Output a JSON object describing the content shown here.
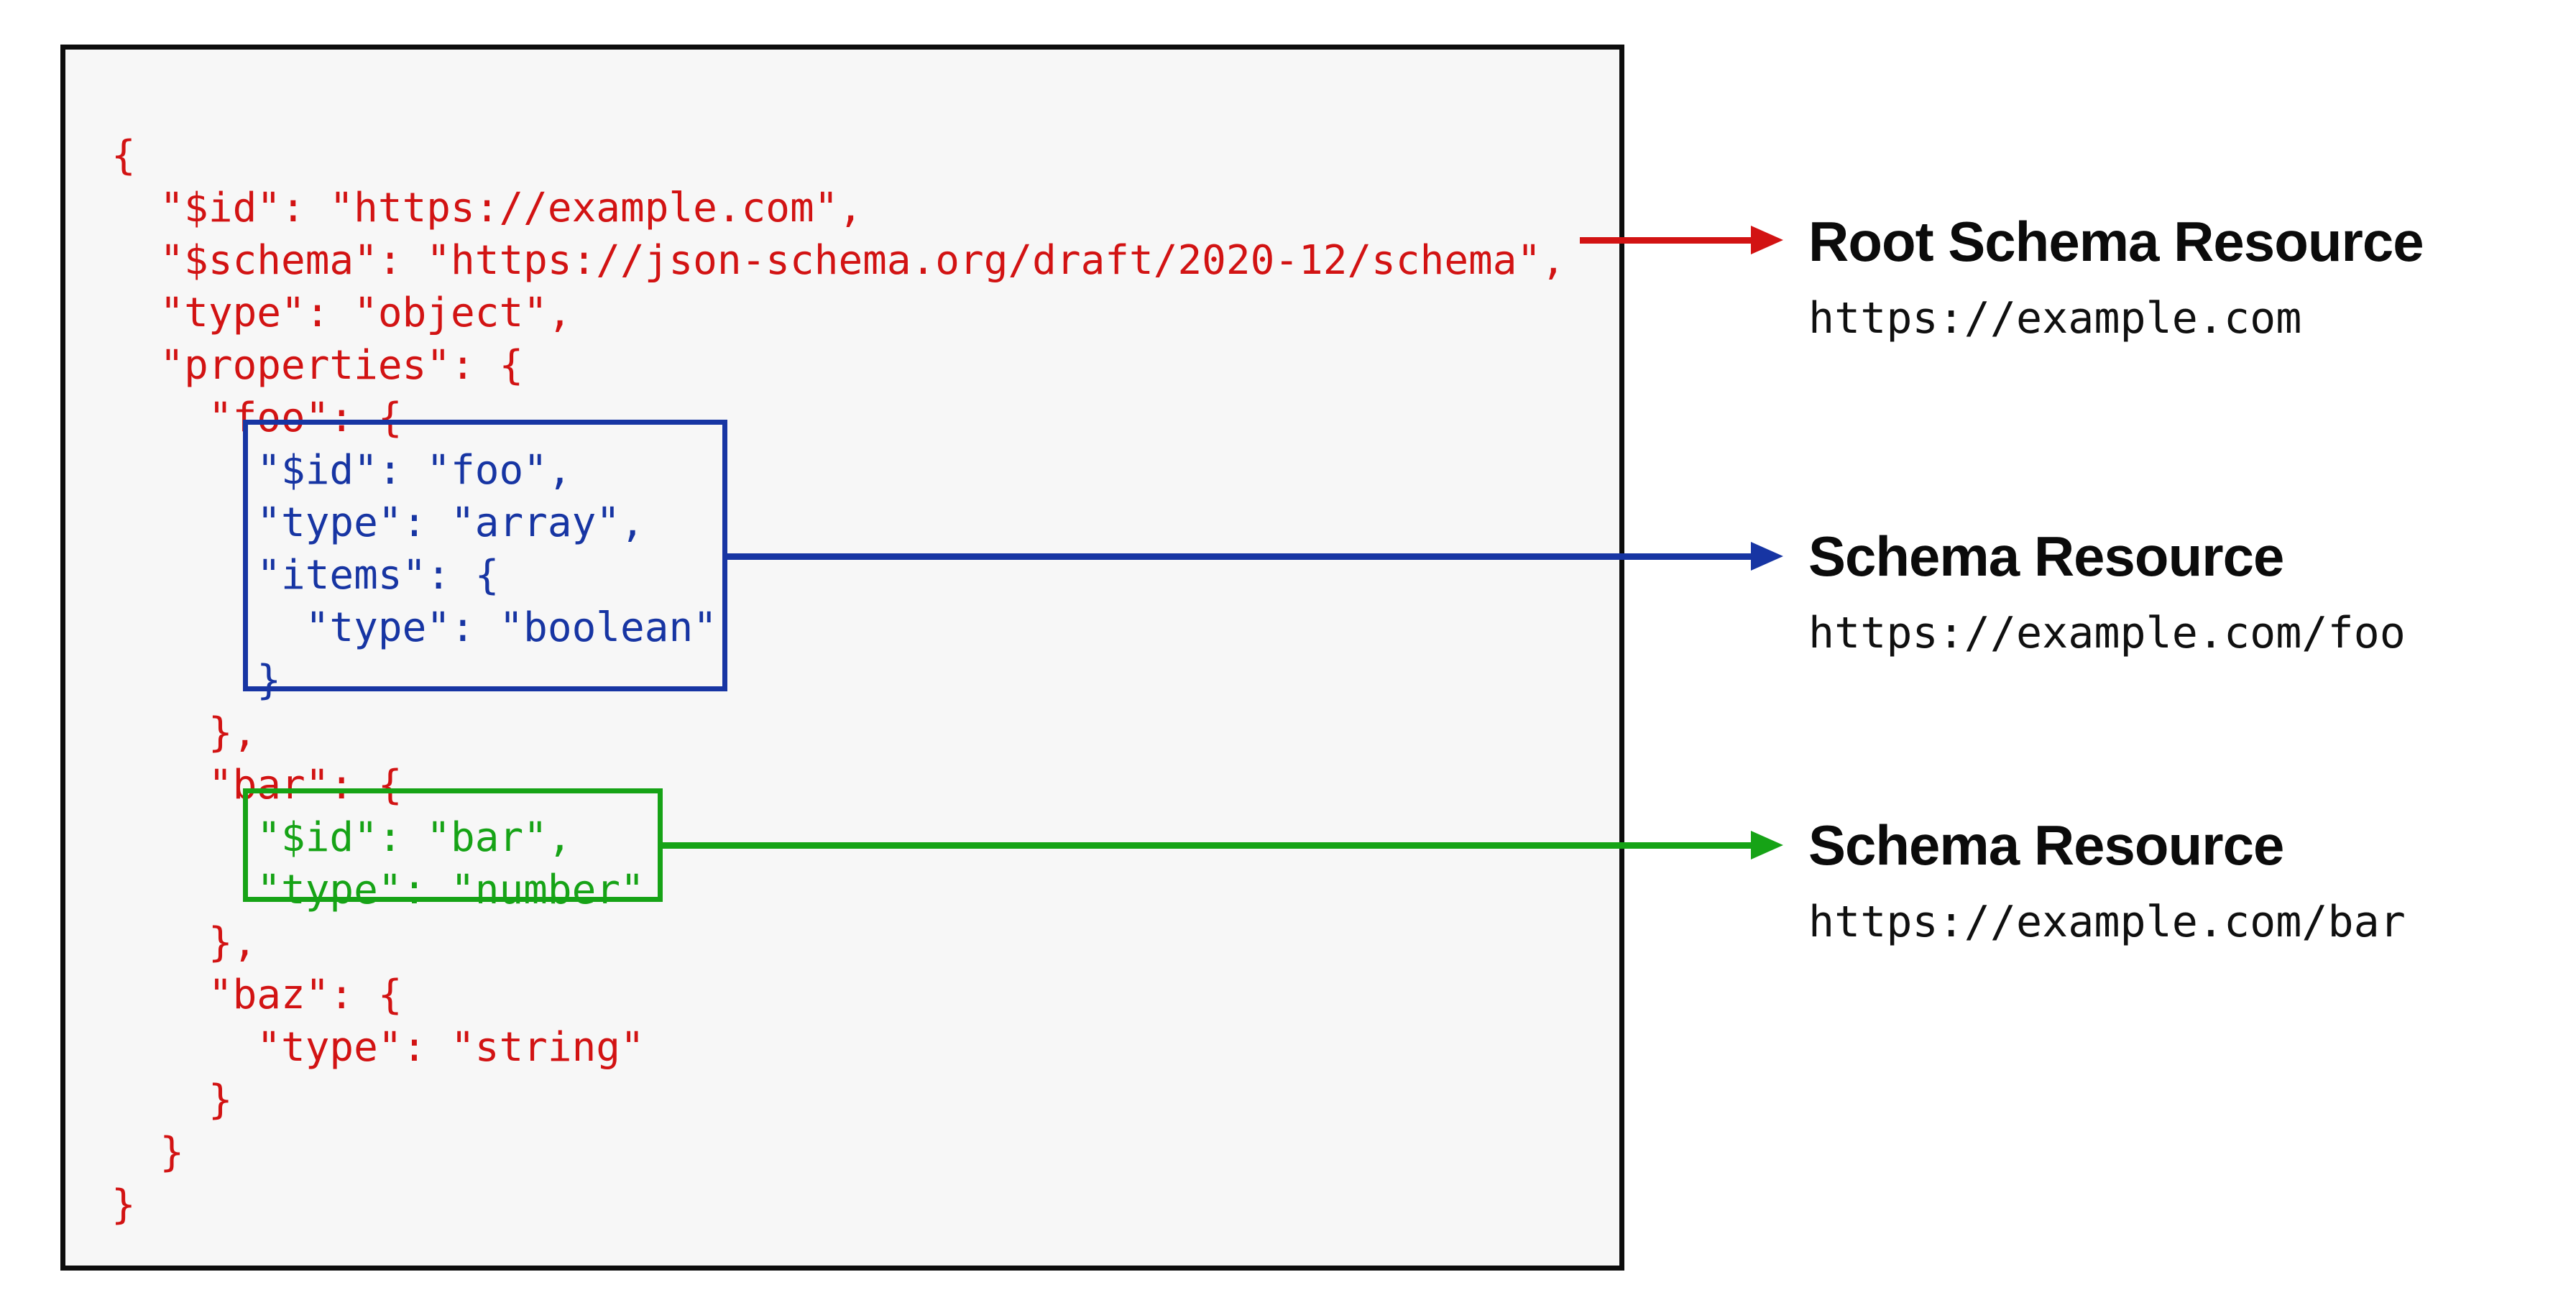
{
  "colors": {
    "red": "#d21313",
    "blue": "#1735a3",
    "green": "#16a316",
    "panel_background": "#f7f7f7",
    "panel_border": "#0d0d0d"
  },
  "code": {
    "lines": [
      {
        "text": "{",
        "color": "red"
      },
      {
        "text": "  \"$id\": \"https://example.com\",",
        "color": "red"
      },
      {
        "text": "  \"$schema\": \"https://json-schema.org/draft/2020-12/schema\",",
        "color": "red"
      },
      {
        "text": "  \"type\": \"object\",",
        "color": "red"
      },
      {
        "text": "  \"properties\": {",
        "color": "red"
      },
      {
        "text": "    \"foo\": {",
        "color": "red"
      },
      {
        "text": "      \"$id\": \"foo\",",
        "color": "blue"
      },
      {
        "text": "      \"type\": \"array\",",
        "color": "blue"
      },
      {
        "text": "      \"items\": {",
        "color": "blue"
      },
      {
        "text": "        \"type\": \"boolean\"",
        "color": "blue"
      },
      {
        "text": "      }",
        "color": "blue"
      },
      {
        "text": "    },",
        "color": "red"
      },
      {
        "text": "    \"bar\": {",
        "color": "red"
      },
      {
        "text": "      \"$id\": \"bar\",",
        "color": "green"
      },
      {
        "text": "      \"type\": \"number\"",
        "color": "green"
      },
      {
        "text": "    },",
        "color": "red"
      },
      {
        "text": "    \"baz\": {",
        "color": "red"
      },
      {
        "text": "      \"type\": \"string\"",
        "color": "red"
      },
      {
        "text": "    }",
        "color": "red"
      },
      {
        "text": "  }",
        "color": "red"
      },
      {
        "text": "}",
        "color": "red"
      }
    ]
  },
  "annotations": [
    {
      "title": "Root Schema Resource",
      "url": "https://example.com",
      "color": "red"
    },
    {
      "title": "Schema Resource",
      "url": "https://example.com/foo",
      "color": "blue"
    },
    {
      "title": "Schema Resource",
      "url": "https://example.com/bar",
      "color": "green"
    }
  ]
}
